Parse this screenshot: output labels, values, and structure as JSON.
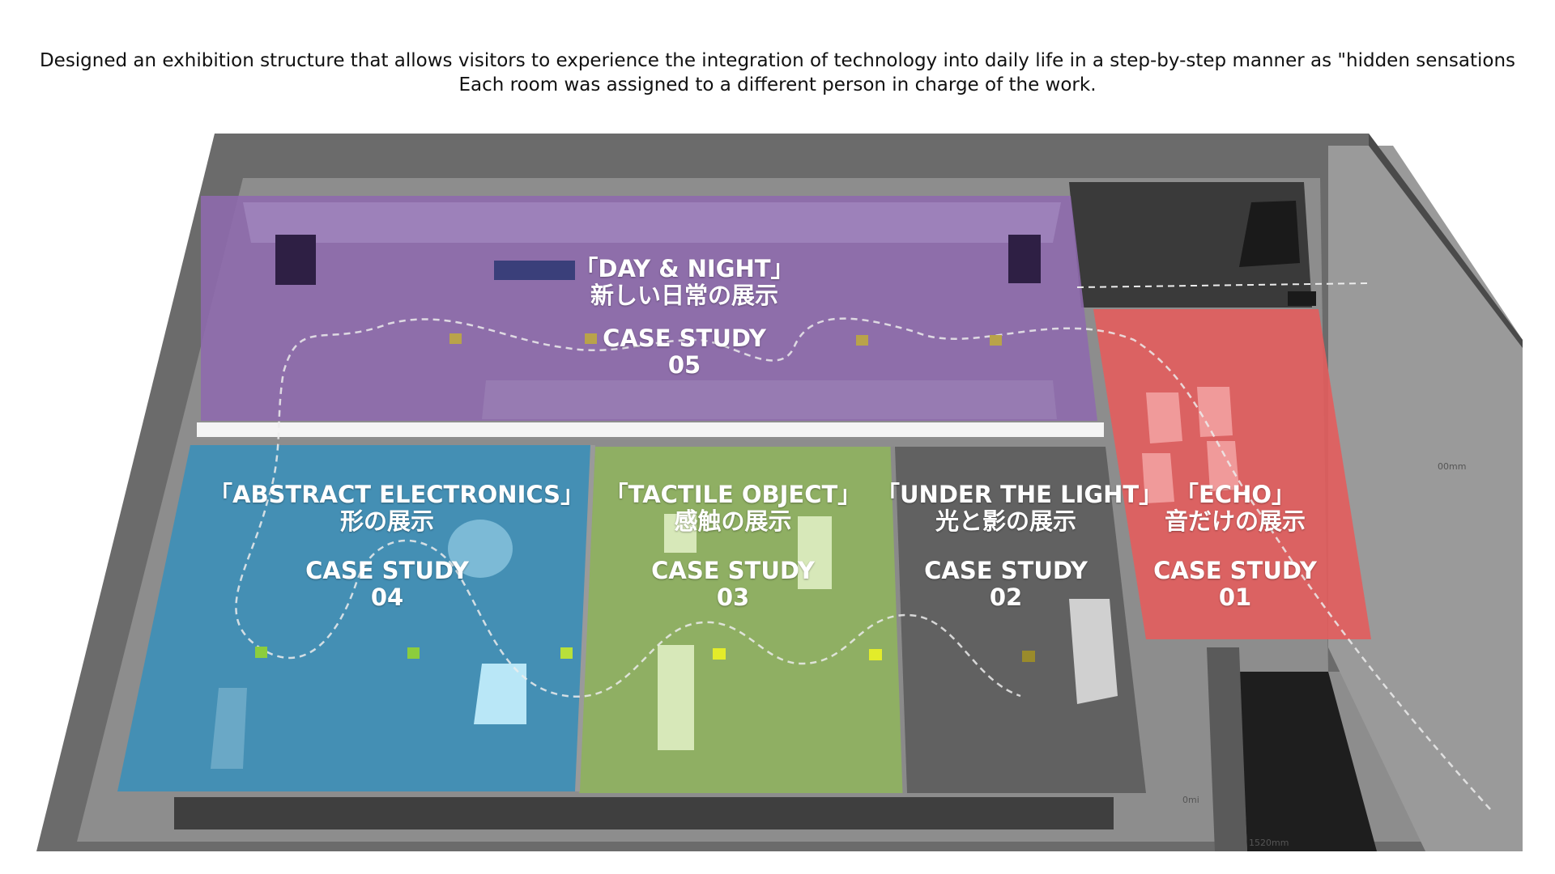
{
  "caption": {
    "line1": "Designed an exhibition structure that allows visitors to experience the integration of technology into daily life in a step-by-step manner as \"hidden sensations",
    "line2": "Each room was assigned to a different person in charge of the work."
  },
  "rooms": [
    {
      "id": "day-night",
      "title": "「DAY & NIGHT」",
      "subtitle": "新しい日常の展示",
      "case_label": "CASE STUDY",
      "case_number": "05",
      "color": "#8e6aae"
    },
    {
      "id": "abstract-electronics",
      "title": "「ABSTRACT ELECTRONICS」",
      "subtitle": "形の展示",
      "case_label": "CASE STUDY",
      "case_number": "04",
      "color": "#3c8fb8"
    },
    {
      "id": "tactile-object",
      "title": "「TACTILE OBJECT」",
      "subtitle": "感触の展示",
      "case_label": "CASE STUDY",
      "case_number": "03",
      "color": "#8fb25e"
    },
    {
      "id": "under-the-light",
      "title": "「UNDER THE LIGHT」",
      "subtitle": "光と影の展示",
      "case_label": "CASE STUDY",
      "case_number": "02",
      "color": "#5c5c5c"
    },
    {
      "id": "echo",
      "title": "「ECHO」",
      "subtitle": "音だけの展示",
      "case_label": "CASE STUDY",
      "case_number": "01",
      "color": "#e35d5d"
    }
  ],
  "dimensions": {
    "side": "00mm",
    "bottom": "1520mm",
    "small": "0mi"
  },
  "colors": {
    "wall": "#555555",
    "floor_outer": "#8a8a8a",
    "path": "#e8e8e8"
  }
}
